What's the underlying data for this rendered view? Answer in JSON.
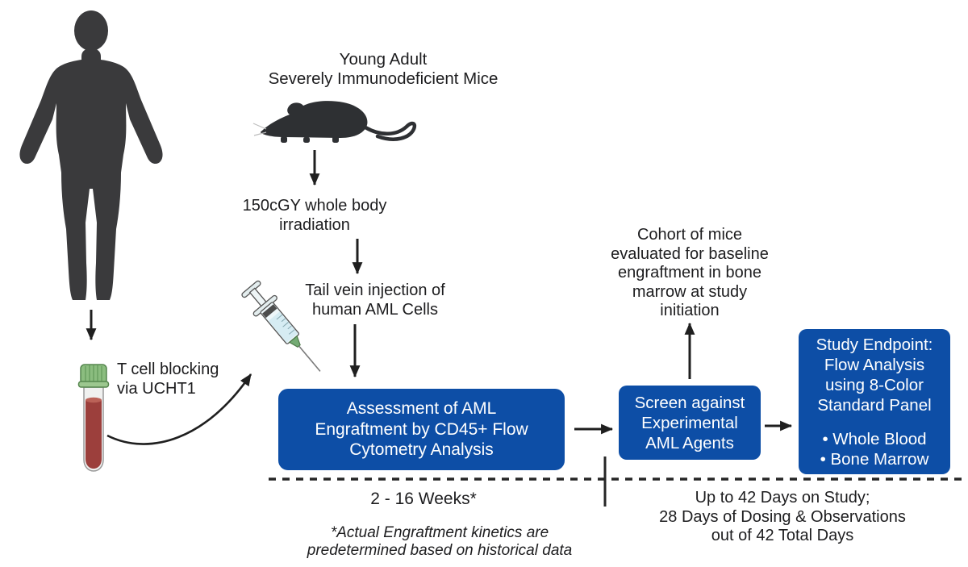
{
  "colors": {
    "box_blue": "#0d4ea6",
    "silhouette_dark": "#3a3a3c",
    "mouse_dark": "#2e3033",
    "arrow_black": "#1f1f1f",
    "tube_cap_green": "#8bbd7f",
    "blood_red": "#9c3f3c",
    "syringe_liquid": "#d6ecf3"
  },
  "icons": {
    "human": "human-silhouette-icon",
    "mouse": "mouse-silhouette-icon",
    "tube": "blood-tube-icon",
    "syringe": "syringe-icon"
  },
  "labels": {
    "mice_title": "Young Adult\nSeverely Immunodeficient Mice",
    "irradiation": "150cGY whole body\nirradiation",
    "injection": "Tail vein injection of\nhuman AML Cells",
    "t_cell_blocking": "T cell blocking\nvia UCHT1",
    "cohort": "Cohort of mice\nevaluated for baseline\nengraftment in bone\nmarrow at study\ninitiation"
  },
  "boxes": {
    "assessment": "Assessment of AML\nEngraftment by CD45+ Flow\nCytometry Analysis",
    "screen": "Screen against\nExperimental\nAML Agents",
    "endpoint_title": "Study Endpoint:\nFlow Analysis\nusing 8-Color\nStandard Panel",
    "endpoint_bullets": "• Whole Blood\n• Bone Marrow"
  },
  "timeline": {
    "left_label": "2 - 16 Weeks*",
    "right_label": "Up to 42 Days on Study;\n28 Days of Dosing & Observations\nout of 42 Total Days",
    "footnote": "*Actual Engraftment kinetics are\npredetermined based on historical data"
  }
}
